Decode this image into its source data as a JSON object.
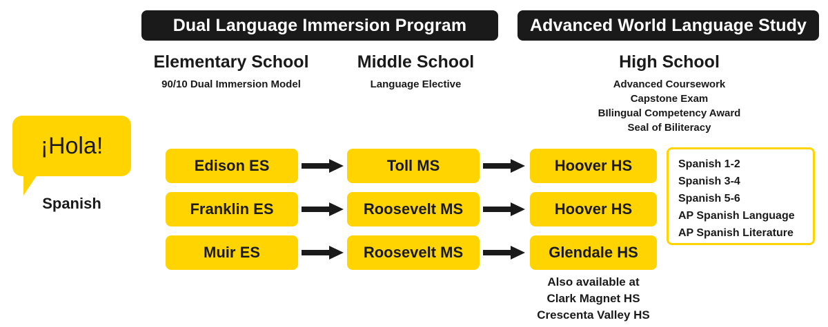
{
  "banners": {
    "left": "Dual Language Immersion Program",
    "right": "Advanced World Language Study"
  },
  "columns": [
    {
      "title": "Elementary School",
      "subtitle": "90/10 Dual Immersion Model"
    },
    {
      "title": "Middle School",
      "subtitle": "Language Elective"
    },
    {
      "title": "High School",
      "subtitle": "Advanced Coursework\nCapstone Exam\nBIlingual Competency Award\nSeal of Biliteracy"
    }
  ],
  "language_bubble": {
    "greeting": "¡Hola!",
    "label": "Spanish"
  },
  "pathways": [
    {
      "elementary": "Edison ES",
      "middle": "Toll MS",
      "high": "Hoover HS"
    },
    {
      "elementary": "Franklin ES",
      "middle": "Roosevelt MS",
      "high": "Hoover HS"
    },
    {
      "elementary": "Muir ES",
      "middle": "Roosevelt MS",
      "high": "Glendale HS"
    }
  ],
  "courses": [
    "Spanish 1-2",
    "Spanish 3-4",
    "Spanish 5-6",
    "AP Spanish Language",
    "AP Spanish Literature"
  ],
  "footnote": "Also available at\nClark Magnet HS\nCrescenta Valley HS",
  "colors": {
    "accent": "#FFD400",
    "banner_bg": "#1a1a1a",
    "text": "#1a1a1a",
    "page_bg": "#ffffff"
  }
}
